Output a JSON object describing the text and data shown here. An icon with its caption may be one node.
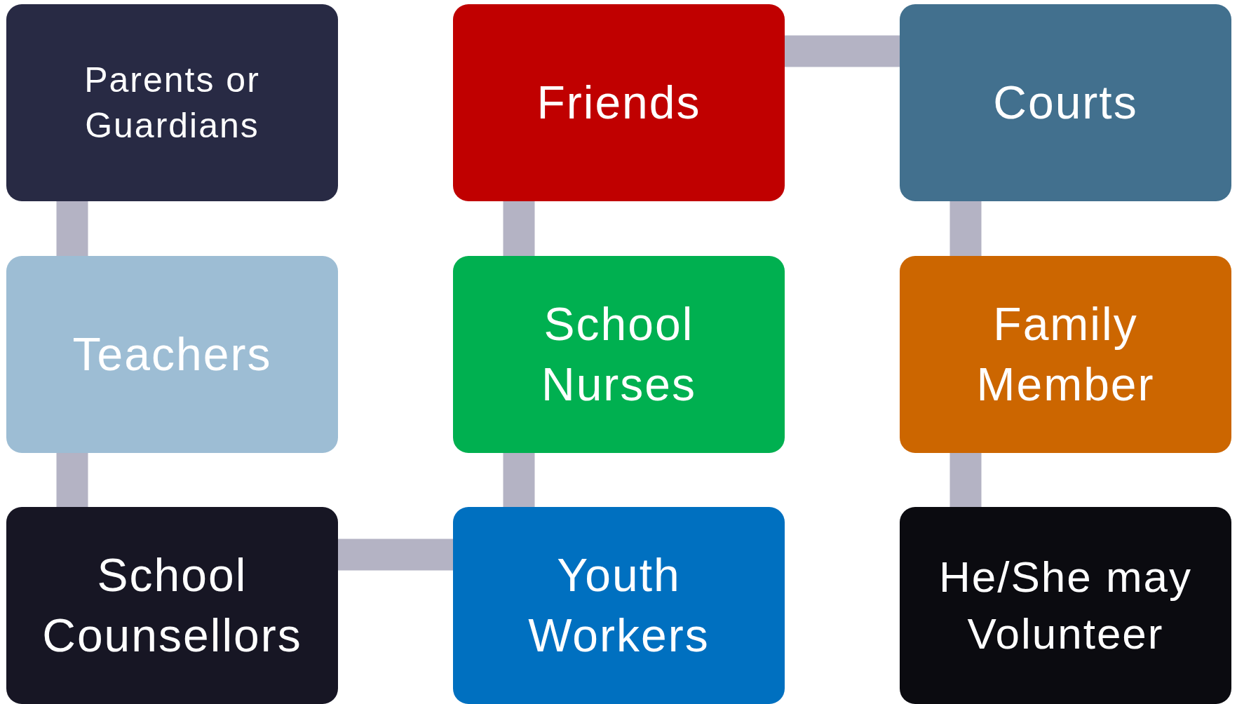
{
  "diagram": {
    "nodes": [
      {
        "text": [
          "Parents or Guardians"
        ]
      },
      {
        "text": [
          "Friends"
        ]
      },
      {
        "text": [
          "Courts"
        ]
      },
      {
        "text": [
          "Teachers"
        ]
      },
      {
        "text": [
          "School Nurses"
        ]
      },
      {
        "text": [
          "Family Member"
        ]
      },
      {
        "text": [
          "School Counsellors"
        ]
      },
      {
        "text": [
          "Youth Workers"
        ]
      },
      {
        "text": [
          "He/She may Volunteer"
        ]
      }
    ],
    "edges": [
      {
        "from": 0,
        "to": 3,
        "arrow": "none"
      },
      {
        "from": 3,
        "to": 6,
        "arrow": "none"
      },
      {
        "from": 6,
        "to": 7,
        "arrow": "none"
      },
      {
        "from": 7,
        "to": 4,
        "arrow": "none"
      },
      {
        "from": 4,
        "to": 1,
        "arrow": "none"
      },
      {
        "from": 1,
        "to": 2,
        "arrow": "none"
      },
      {
        "from": 2,
        "to": 5,
        "arrow": "none"
      },
      {
        "from": 5,
        "to": 8,
        "arrow": "none"
      }
    ]
  }
}
